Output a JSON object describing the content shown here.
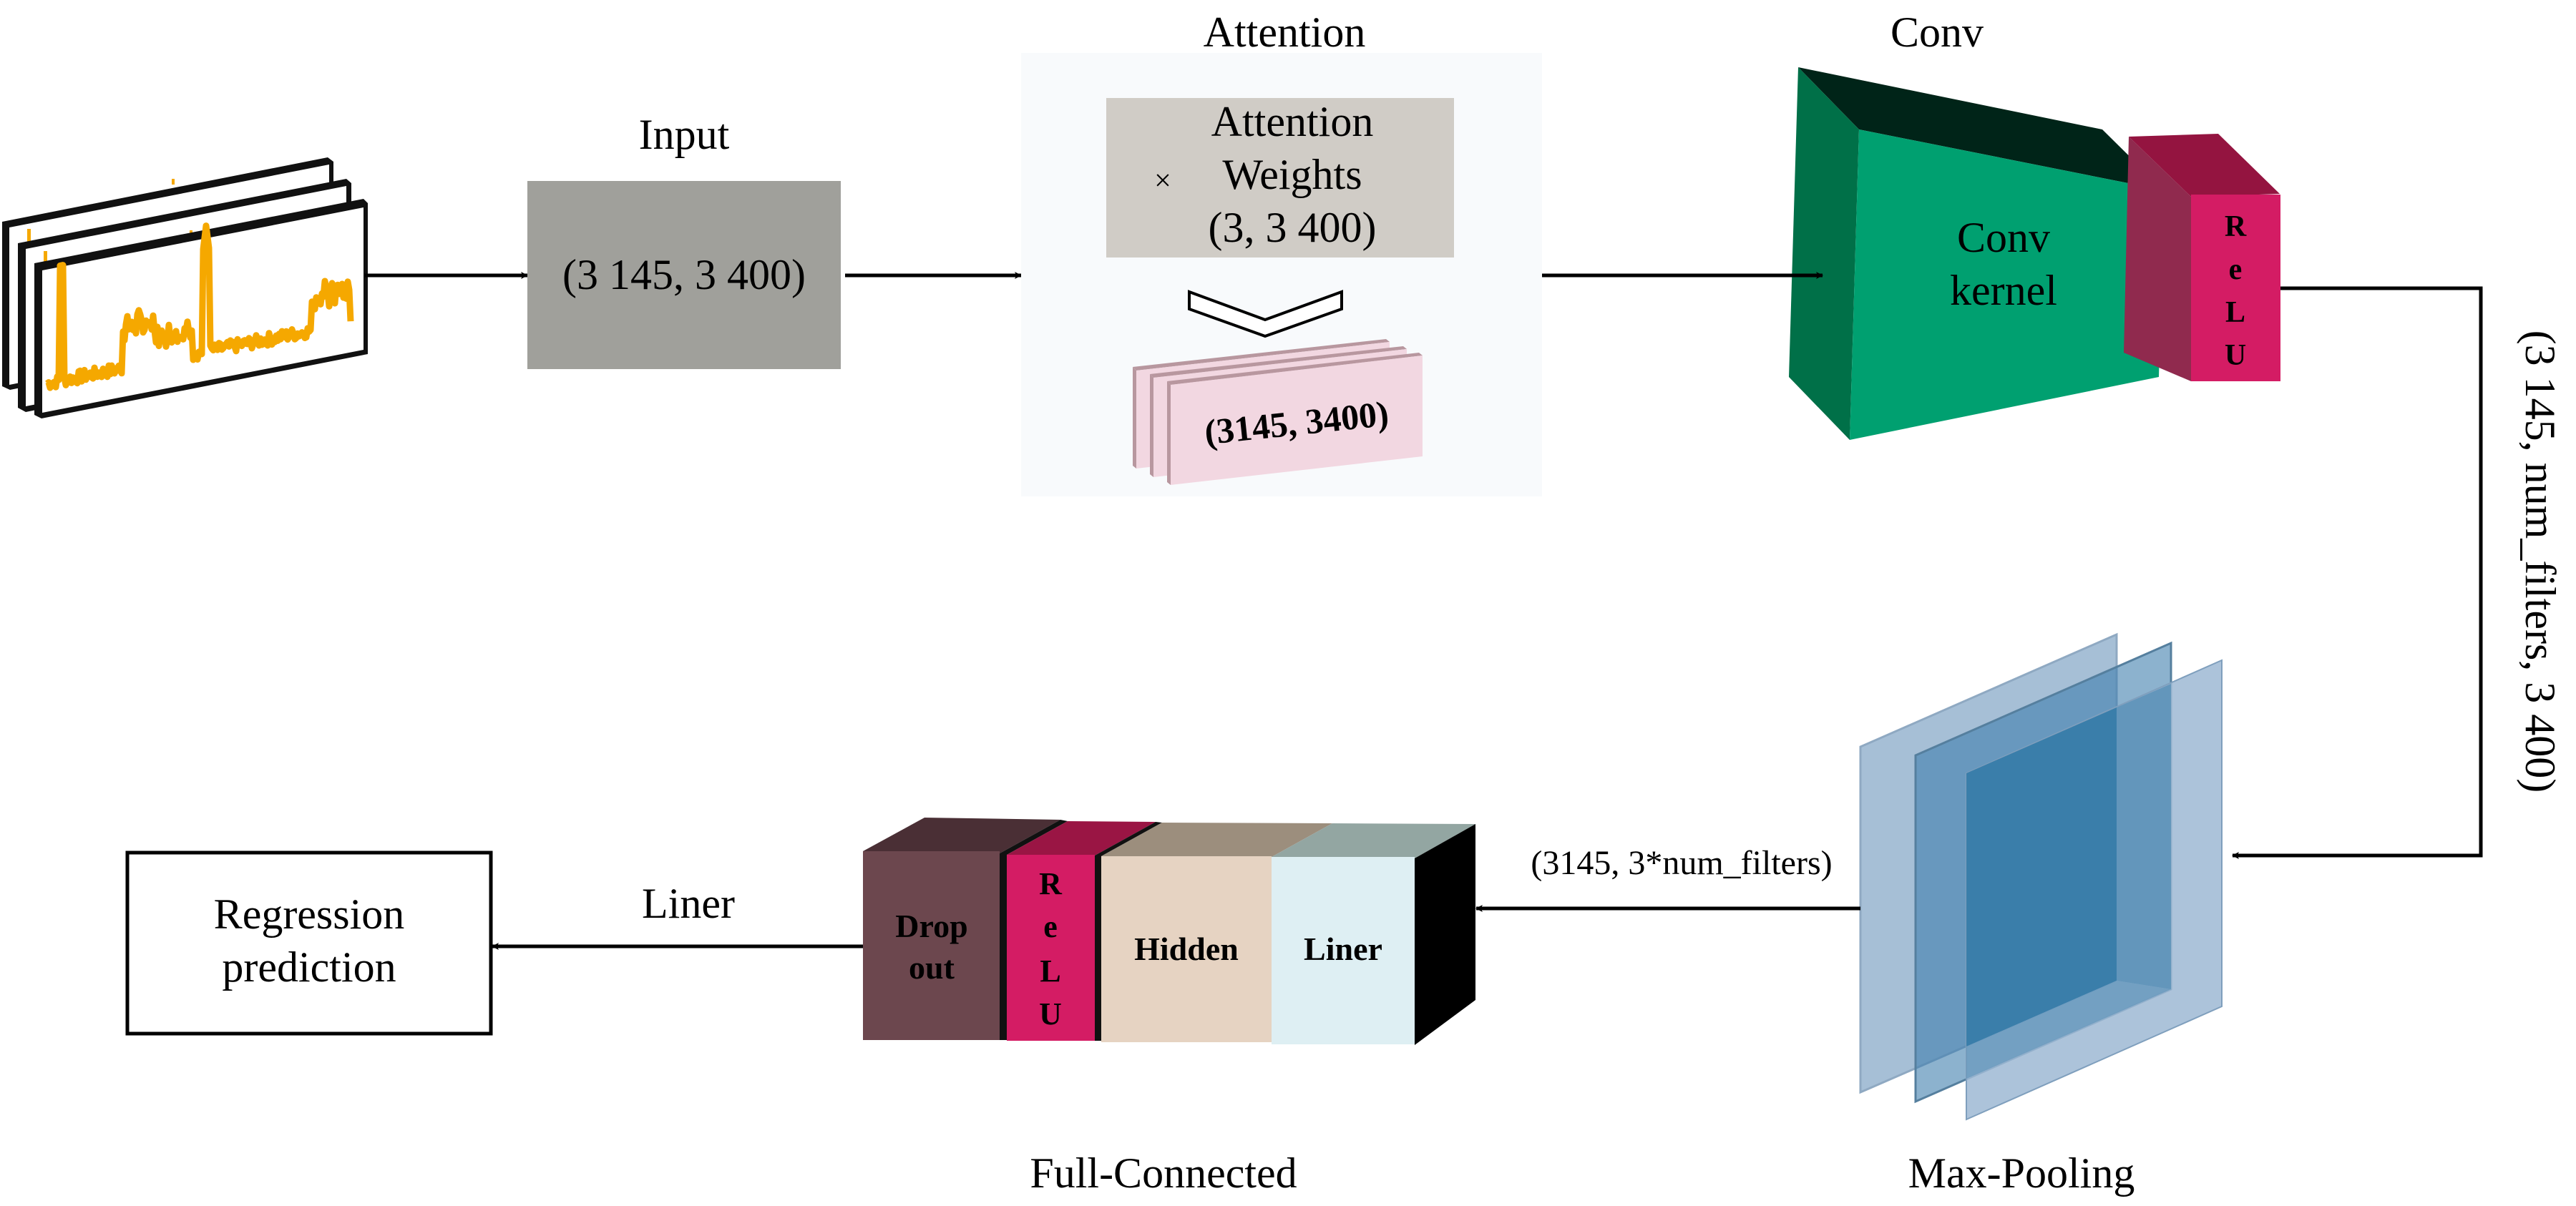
{
  "diagram": {
    "title": "Attention-CNN regression architecture",
    "stages": {
      "spectra": {
        "name": "Input spectra stack",
        "panel_count": 3
      },
      "input": {
        "title": "Input",
        "shape": "(3 145, 3 400)"
      },
      "attention": {
        "title": "Attention",
        "operator": "×",
        "weights_lines": [
          "Attention",
          "Weights",
          "(3, 3 400)"
        ],
        "output_shape": "(3145, 3400)"
      },
      "conv": {
        "title": "Conv",
        "kernel_lines": [
          "Conv",
          "kernel"
        ],
        "activation_letters": [
          "R",
          "e",
          "L",
          "U"
        ]
      },
      "conv_output": {
        "shape": "(3 145, num_filters, 3 400)"
      },
      "max_pooling": {
        "title": "Max-Pooling",
        "output_shape": "(3145, 3*num_filters)"
      },
      "full_connected": {
        "title": "Full-Connected",
        "layers": [
          {
            "id": "dropout",
            "lines": [
              "Drop",
              "out"
            ]
          },
          {
            "id": "relu",
            "letters": [
              "R",
              "e",
              "L",
              "U"
            ]
          },
          {
            "id": "hidden",
            "lines": [
              "Hidden"
            ]
          },
          {
            "id": "liner",
            "lines": [
              "Liner"
            ]
          }
        ]
      },
      "output_edge": {
        "label": "Liner"
      },
      "regression": {
        "lines": [
          "Regression",
          "prediction"
        ]
      }
    },
    "colors": {
      "spectrum": "#F5A800",
      "input_box": "#A0A09B",
      "attention_panel": "#F8FAFC",
      "attention_weights_box": "#D0CCC6",
      "attention_layer": "#F2D7E1",
      "attention_layer_edge": "#B8979F",
      "conv_front": "#00A070",
      "conv_side": "#007048",
      "conv_top": "#002418",
      "relu_front": "#D41C64",
      "relu_side": "#902A4E",
      "relu_top": "#941440",
      "pool_light": "#A6BFD6",
      "pool_mid": "#6396BB",
      "pool_dark": "#3A7EAA",
      "dropout_front": "#6C474E",
      "dropout_top": "#4A2F35",
      "hidden_front": "#E6D3C2",
      "hidden_top": "#9C8E7D",
      "liner_front": "#DEEFF3",
      "liner_top": "#93A6A2"
    }
  }
}
